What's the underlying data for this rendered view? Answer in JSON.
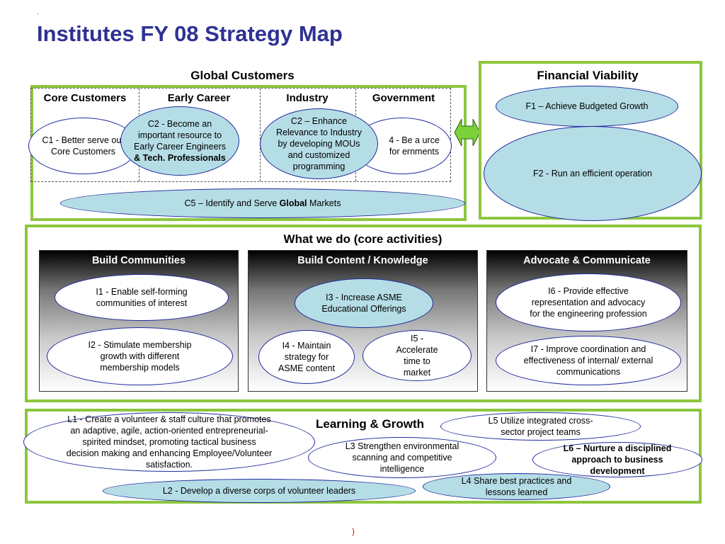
{
  "page": {
    "dot": ".",
    "title": "Institutes FY 08 Strategy Map",
    "footer_mark": ")"
  },
  "global_customers": {
    "title": "Global Customers",
    "columns": [
      "Core Customers",
      "Early Career",
      "Industry",
      "Government"
    ],
    "c1": "C1 - Better serve our Core Customers",
    "c2a_main": "C2 - Become an important resource to Early Career Engineers ",
    "c2a_bold": "& Tech. Professionals",
    "c2b": "C2 – Enhance Relevance to Industry by developing MOUs and customized programming",
    "c4": "4 - Be a urce for ernments",
    "c5_pre": "C5 – Identify and Serve ",
    "c5_bold": "Global",
    "c5_post": " Markets"
  },
  "financial": {
    "title": "Financial Viability",
    "f1": "F1 – Achieve Budgeted Growth",
    "f2": "F2 - Run an efficient operation"
  },
  "core_activities": {
    "title": "What we do (core activities)",
    "panels": [
      "Build Communities",
      "Build Content / Knowledge",
      "Advocate & Communicate"
    ],
    "i1": "I1 - Enable self-forming communities of interest",
    "i2": "I2 - Stimulate membership growth with different membership models",
    "i3": "I3 - Increase ASME Educational Offerings",
    "i4": "I4 - Maintain strategy for ASME content",
    "i5": "I5 - Accelerate time to market",
    "i6": "I6 - Provide effective representation and advocacy for the engineering profession",
    "i7": "I7 - Improve coordination and effectiveness of internal/ external communications"
  },
  "learning": {
    "title": "Learning & Growth",
    "l1": "L1 - Create a volunteer & staff culture that promotes an adaptive, agile, action-oriented entrepreneurial-spirited mindset, promoting tactical business decision making and enhancing Employee/Volunteer satisfaction.",
    "l2": "L2 - Develop a diverse corps of volunteer leaders",
    "l3": "L3 Strengthen  environmental scanning and competitive intelligence",
    "l4": "L4 Share best practices and lessons learned",
    "l5": "L5 Utilize integrated cross-sector project teams",
    "l6": "L6 – Nurture a disciplined approach to business development"
  },
  "colors": {
    "title": "#2e3192",
    "frame": "#8dc63f",
    "ellipse_fill": "#b5dde6",
    "ellipse_border": "#1f2a9c",
    "arrow": "#7cd13b"
  },
  "icons": [
    "double-arrow-icon"
  ]
}
